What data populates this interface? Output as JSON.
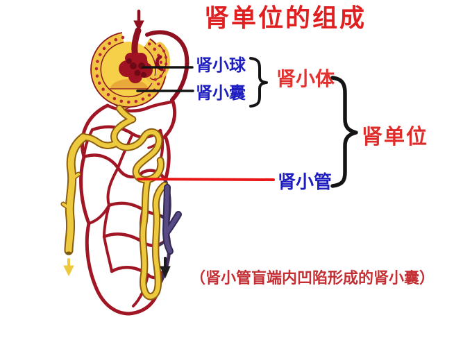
{
  "title": {
    "text": "肾单位的组成",
    "color": "#e02020"
  },
  "labels": {
    "glomerulus": {
      "text": "肾小球",
      "color": "#1e1ec0"
    },
    "capsule": {
      "text": "肾小囊",
      "color": "#1e1ec0"
    },
    "corpuscle": {
      "text": "肾小体",
      "color": "#e23230"
    },
    "nephron": {
      "text": "肾单位",
      "color": "#de2a28"
    },
    "tubule": {
      "text": "肾小管",
      "color": "#1e1ec0"
    }
  },
  "note": {
    "text": "（肾小管盲端内凹陷形成的肾小囊）",
    "color": "#c32f33"
  },
  "groupings": [
    {
      "members": [
        "肾小球",
        "肾小囊"
      ],
      "group_label": "肾小体"
    },
    {
      "members": [
        "肾小体",
        "肾小管"
      ],
      "group_label": "肾单位"
    }
  ],
  "figure": {
    "colors": {
      "vessel_red": "#a01624",
      "vessel_dark": "#6d1525",
      "artery_dark": "#8f1020",
      "glomerulus_red": "#a01322",
      "glomerulus_dark": "#6d0a16",
      "capsule_gold": "#f2c443",
      "capsule_inner": "#f5d048",
      "capsule_shade": "#e9a93a",
      "capsule_rim": "#8a1620",
      "capsule_dots": "#b52737",
      "tubule_yellow": "#edc93e",
      "tubule_outline": "#8a5c10",
      "duct_tip": "#7a5a10",
      "vein_purple": "#584a84",
      "vein_outline": "#332a55",
      "vein_capillary_dark": "#43305c",
      "arrow_black": "#1c1c1c",
      "connector_black": "#141414",
      "connector_red": "#e81616"
    },
    "arrows": [
      {
        "name": "blood-in-arrow",
        "direction": "down"
      },
      {
        "name": "urine-out-arrow",
        "direction": "down"
      },
      {
        "name": "blood-out-arrow",
        "direction": "down"
      }
    ]
  }
}
